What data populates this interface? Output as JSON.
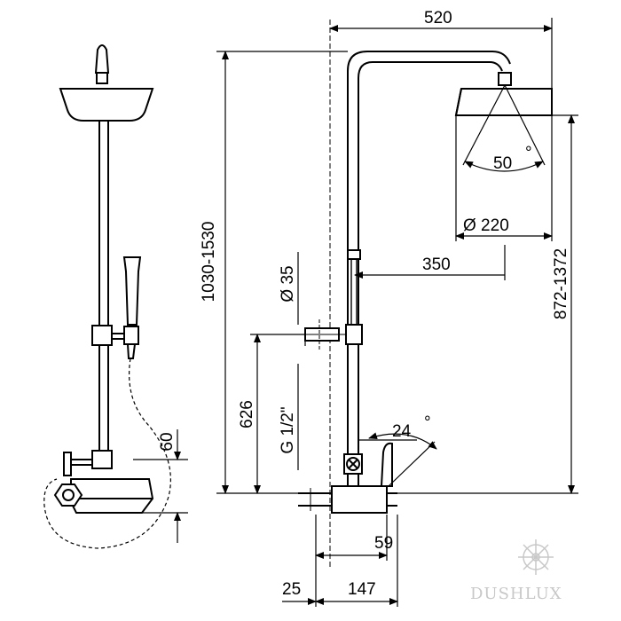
{
  "dimensions": {
    "width_top": "520",
    "spray_angle": "50",
    "head_diameter": "Ø 220",
    "arm_length": "350",
    "pipe_diameter": "Ø 35",
    "total_height": "1030-1530",
    "head_height": "872-1372",
    "bracket_height": "626",
    "thread": "G 1/2\"",
    "lever_angle": "24",
    "mixer_offset": "60",
    "mixer_depth": "59",
    "wall_offset": "25",
    "mixer_projection": "147"
  },
  "watermark": {
    "brand": "DUSHLUX"
  }
}
